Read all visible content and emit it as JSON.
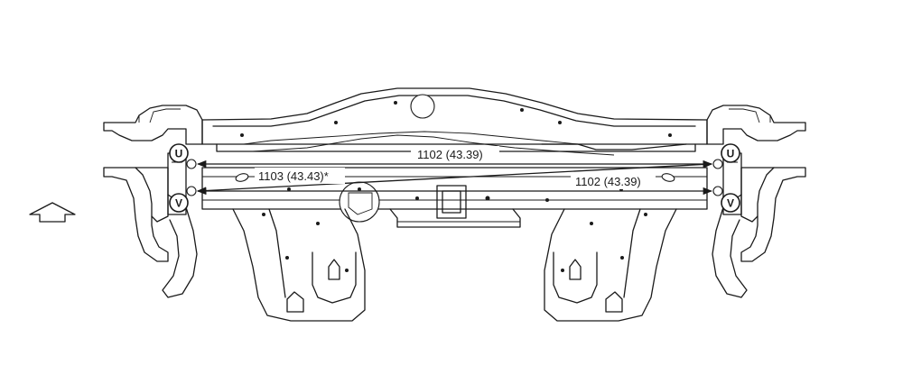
{
  "diagram": {
    "points": {
      "u_left": "U",
      "u_right": "U",
      "v_left": "V",
      "v_right": "V"
    },
    "dimensions": {
      "u_to_u": "1102 (43.39)",
      "diagonal": "1103 (43.43)*",
      "v_to_v": "1102 (43.39)"
    },
    "front_arrow_icon": "arrow-up-outline"
  }
}
